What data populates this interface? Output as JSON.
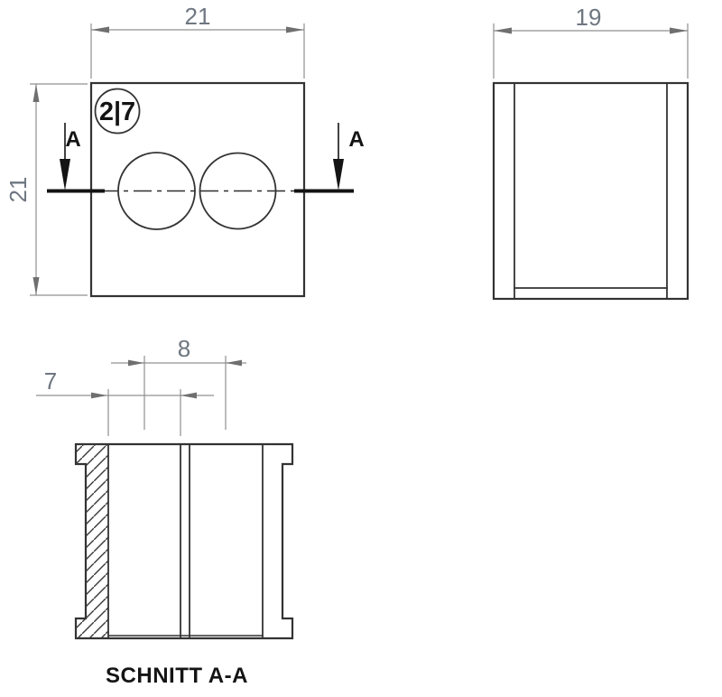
{
  "drawing": {
    "balloon_label": "2|7",
    "section_title": "SCHNITT A-A",
    "section_arrow_label": "A",
    "dimensions": {
      "front_width": "21",
      "front_height": "21",
      "side_depth": "19",
      "bore_spacing": "8",
      "bore_offset": "7"
    },
    "colors": {
      "outline": "#333333",
      "dimension_line": "#909090",
      "dimension_arrow": "#6f6f6f",
      "dimension_text": "#6e7680",
      "annotation": "#141414",
      "background": "#ffffff"
    }
  }
}
